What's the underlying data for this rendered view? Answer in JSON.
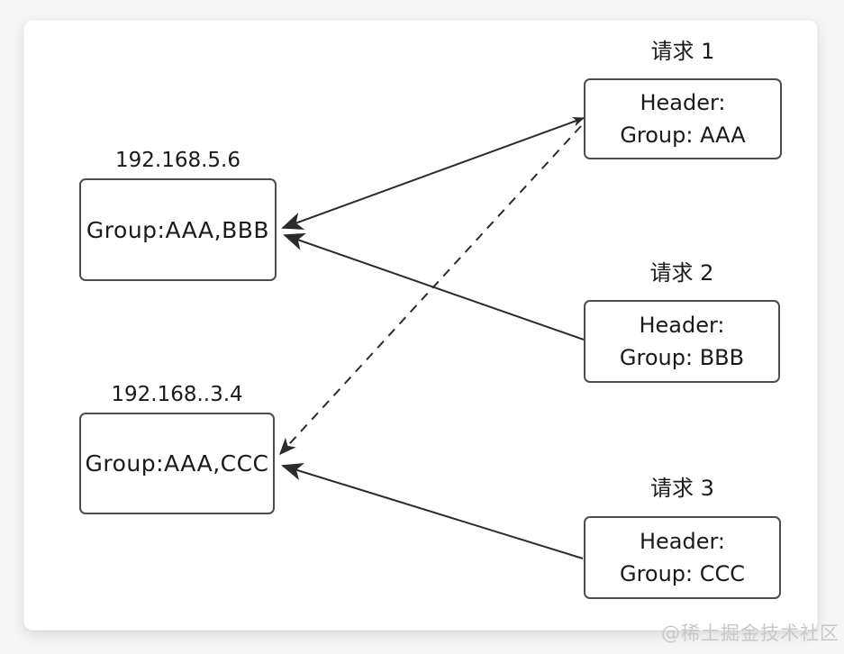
{
  "diagram": {
    "servers": [
      {
        "ip": "192.168.5.6",
        "groups": "Group:AAA,BBB"
      },
      {
        "ip": "192.168..3.4",
        "groups": "Group:AAA,CCC"
      }
    ],
    "requests": [
      {
        "title": "请求 1",
        "header_label": "Header:",
        "group_label": "Group: AAA"
      },
      {
        "title": "请求 2",
        "header_label": "Header:",
        "group_label": "Group: BBB"
      },
      {
        "title": "请求 3",
        "header_label": "Header:",
        "group_label": "Group: CCC"
      }
    ],
    "connections": [
      {
        "from": "请求 1",
        "to": "192.168.5.6",
        "style": "solid"
      },
      {
        "from": "请求 2",
        "to": "192.168.5.6",
        "style": "solid"
      },
      {
        "from": "请求 1",
        "to": "192.168..3.4",
        "style": "dashed"
      },
      {
        "from": "请求 3",
        "to": "192.168..3.4",
        "style": "solid"
      }
    ],
    "colors": {
      "ink": "#2b2b2b",
      "border": "#4d4d4d",
      "watermark": "#c8c8c8"
    }
  },
  "watermark": "@稀土掘金技术社区"
}
